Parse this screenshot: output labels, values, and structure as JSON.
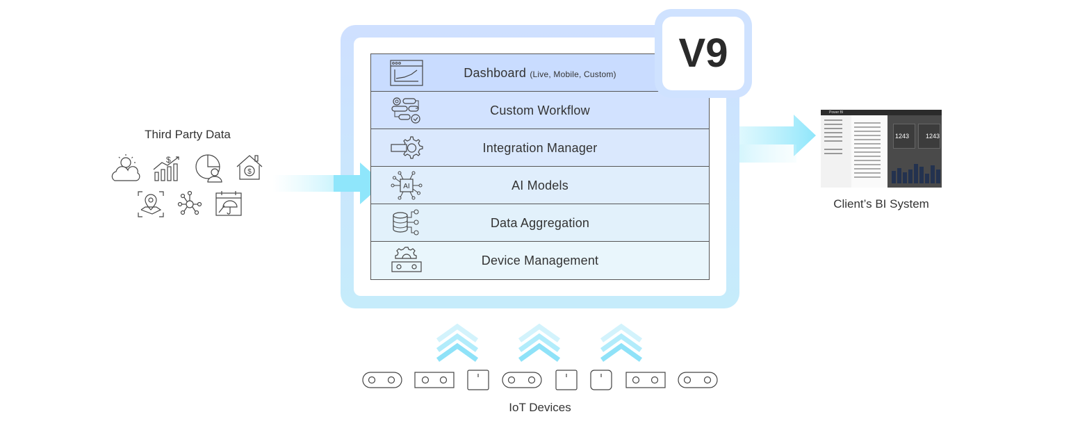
{
  "platform": {
    "version_badge": "V9",
    "layers": [
      {
        "name": "Dashboard",
        "detail": "(Live, Mobile, Custom)",
        "icon": "dashboard-chart-icon",
        "color": "#c9dcff"
      },
      {
        "name": "Custom Workflow",
        "detail": "",
        "icon": "workflow-icon",
        "color": "#d2e2ff"
      },
      {
        "name": "Integration Manager",
        "detail": "",
        "icon": "integration-gear-icon",
        "color": "#dae8fd"
      },
      {
        "name": "AI Models",
        "detail": "",
        "icon": "ai-chip-icon",
        "color": "#e0eefc"
      },
      {
        "name": "Data Aggregation",
        "detail": "",
        "icon": "database-icon",
        "color": "#e2f1fb"
      },
      {
        "name": "Device Management",
        "detail": "",
        "icon": "device-gear-icon",
        "color": "#e9f6fc"
      }
    ]
  },
  "third_party": {
    "label": "Third Party Data",
    "icons": [
      "weather-icon",
      "finance-growth-icon",
      "pie-chart-person-icon",
      "house-dollar-icon",
      "location-map-icon",
      "network-node-icon",
      "calendar-umbrella-icon"
    ]
  },
  "client_bi": {
    "label": "Client’s BI System",
    "screenshot_label": "Power BI",
    "tile_values": [
      "1243",
      "1243"
    ]
  },
  "iot": {
    "label": "IoT Devices",
    "devices": [
      "sensor-oval",
      "sensor-rect",
      "sensor-square",
      "sensor-oval",
      "sensor-square",
      "sensor-square",
      "sensor-rect",
      "sensor-oval"
    ]
  },
  "colors": {
    "frame": "#cfe0ff",
    "arrow": "#9fe8fb",
    "v9_badge": "#cfe2ff"
  }
}
